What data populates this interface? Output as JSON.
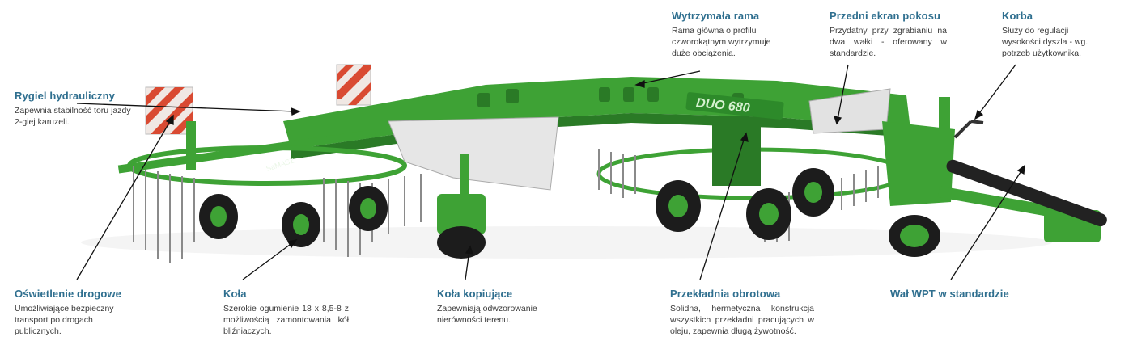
{
  "product": {
    "model_badge": "DUO 680",
    "brand_label": "SaMASZ"
  },
  "callouts": {
    "rygiel": {
      "title": "Rygiel hydrauliczny",
      "text": "Zapewnia stabilność toru jazdy 2-giej karuzeli."
    },
    "oswietlenie": {
      "title": "Oświetlenie drogowe",
      "text": "Umożliwiające bezpieczny transport po drogach publicznych."
    },
    "kola": {
      "title": "Koła",
      "text": "Szerokie ogumienie 18 x 8,5-8 z możliwością zamontowania kół bliźniaczych."
    },
    "kola_kopiujace": {
      "title": "Koła kopiujące",
      "text": "Zapewniają odwzorowanie nierówności terenu."
    },
    "rama": {
      "title": "Wytrzymała rama",
      "text": "Rama główna o profilu czworokątnym wytrzymuje duże obciążenia."
    },
    "ekran": {
      "title": "Przedni ekran pokosu",
      "text": "Przydatny przy zgrabianiu na dwa wałki - oferowany w standardzie."
    },
    "korba": {
      "title": "Korba",
      "text": "Służy do regulacji wysokości dyszla - wg. potrzeb użytkownika."
    },
    "przekladnia": {
      "title": "Przekładnia obrotowa",
      "text": "Solidna, hermetyczna konstrukcja wszystkich przekładni pracujących w oleju, zapewnia długą żywotność."
    },
    "wal": {
      "title": "Wał WPT w standardzie",
      "text": ""
    }
  },
  "colors": {
    "machine_green": "#3ea235",
    "dark_green": "#2a7a26",
    "heading_blue": "#2f6f8f",
    "tire": "#1c1c1c"
  }
}
